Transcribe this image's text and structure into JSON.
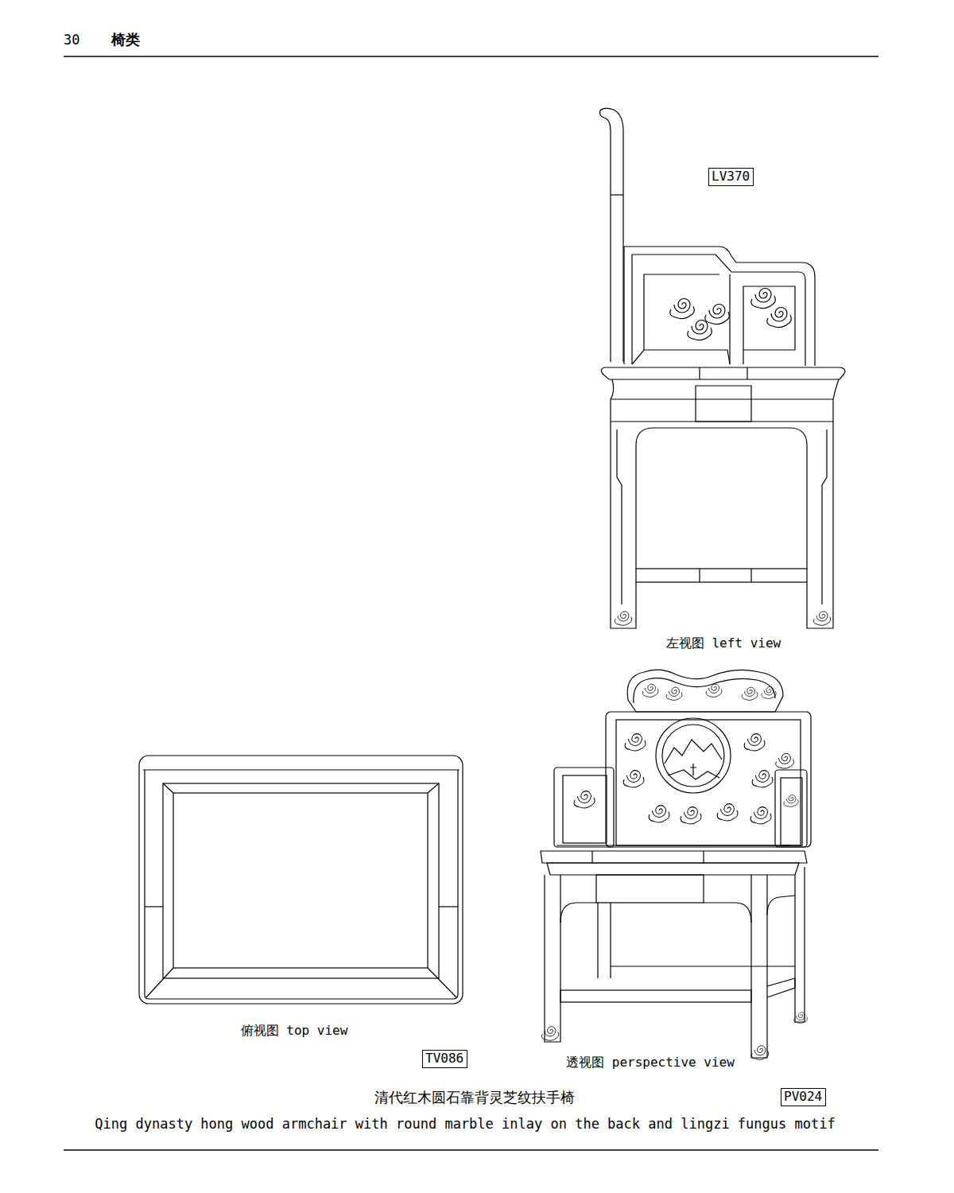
{
  "diagram": {
    "title": "清代红木圆石靠背灵芝纹扶手椅",
    "caption": "Qing dynasty hong wood armchair with round marble inlay on the back and lingzi fungus motif",
    "nodes": [
      {
        "text": [
          "LV370"
        ]
      },
      {
        "text": [
          "TV086"
        ]
      },
      {
        "text": [
          "PV024"
        ]
      }
    ],
    "labels": [
      "30",
      "椅类",
      "左视图 left view",
      "俯视图 top view",
      "透视图 perspective view"
    ]
  }
}
